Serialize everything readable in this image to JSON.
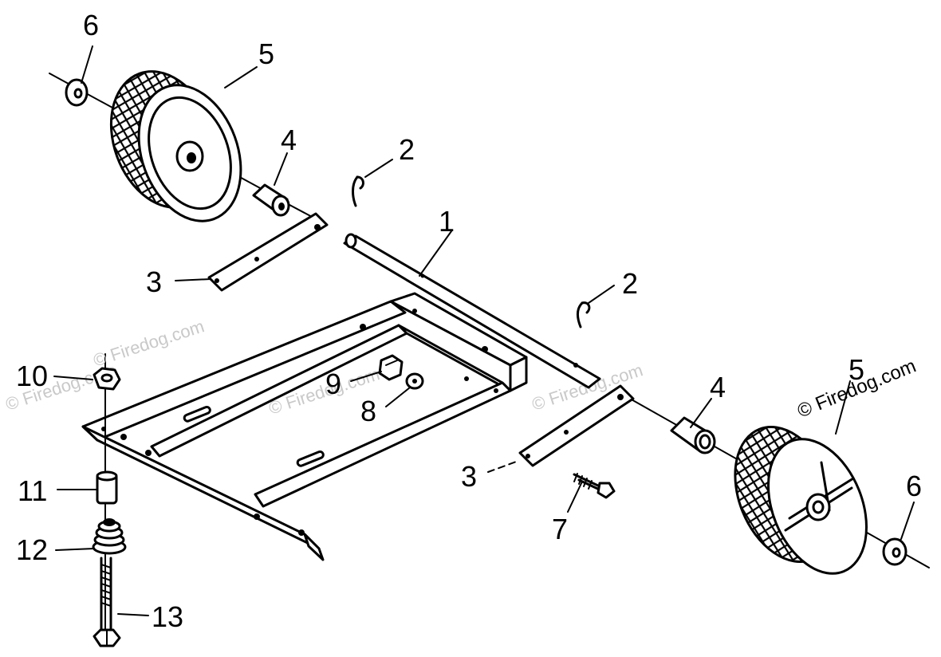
{
  "diagram": {
    "callouts": {
      "c1": "1",
      "c2a": "2",
      "c2b": "2",
      "c3a": "3",
      "c3b": "3",
      "c4a": "4",
      "c4b": "4",
      "c5a": "5",
      "c5b": "5",
      "c6a": "6",
      "c6b": "6",
      "c7": "7",
      "c8": "8",
      "c9": "9",
      "c10": "10",
      "c11": "11",
      "c12": "12",
      "c13": "13"
    },
    "watermarks": {
      "w1": "© Firedog.com",
      "w2": "© Firedog.com",
      "w3": "© Firedog.com",
      "w4": "© Firedog.com",
      "w5": "© Firedog.com"
    }
  },
  "colors": {
    "line": "#000000",
    "background": "#ffffff",
    "watermark": "#c9c9c9"
  }
}
